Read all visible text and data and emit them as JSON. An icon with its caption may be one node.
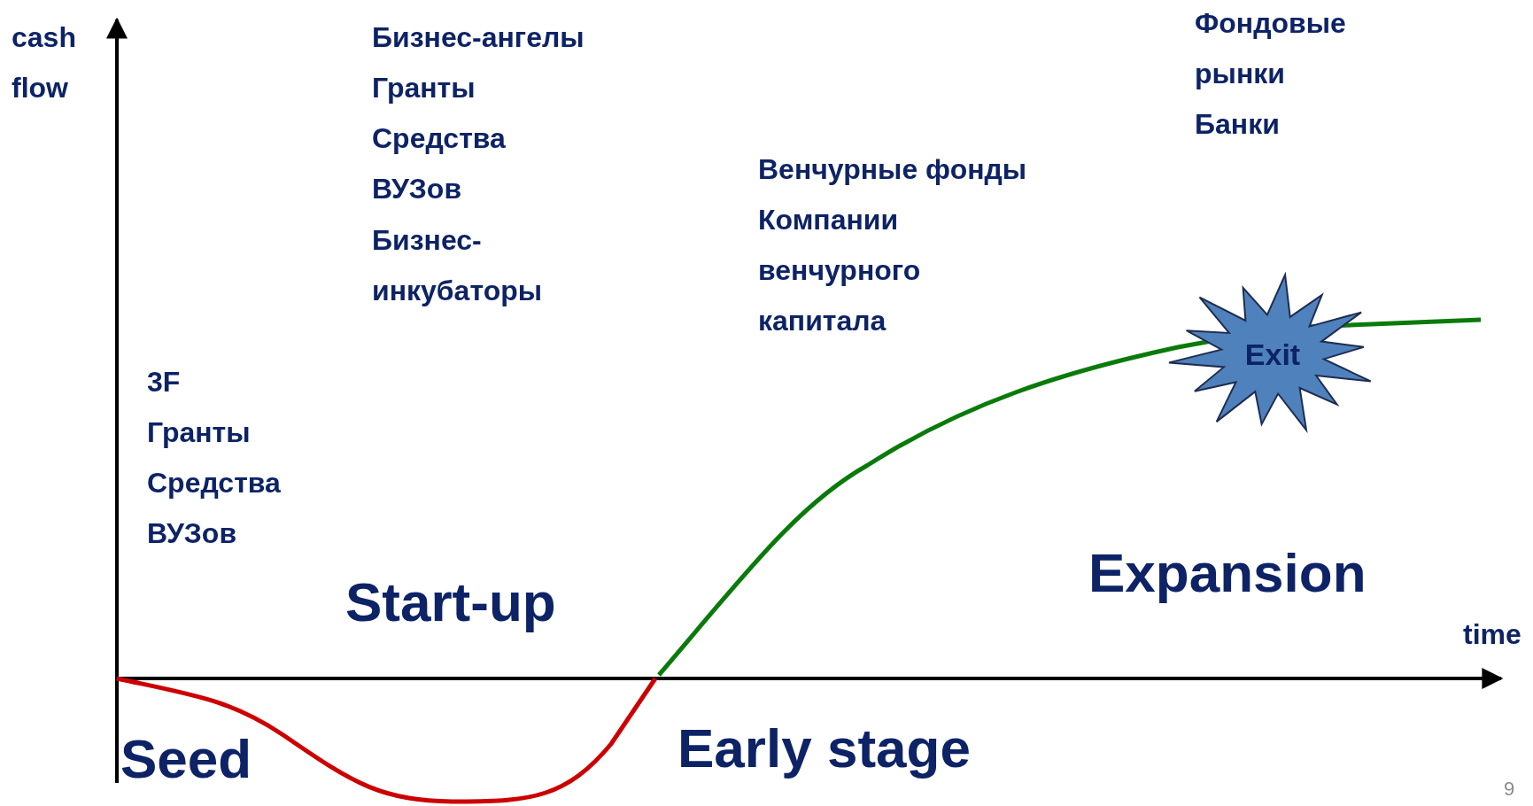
{
  "diagram": {
    "nodes": [
      {
        "text": [
          "Exit"
        ]
      }
    ],
    "labels": [
      "cash flow",
      "Бизнес-ангелы",
      "Гранты",
      "Средства ВУЗов",
      "Бизнес- инкубаторы",
      "Фондовые рынки",
      "Банки",
      "Венчурные фонды",
      "Компании венчурного капитала",
      "3F",
      "Гранты",
      "Средства ВУЗов",
      "Start-up",
      "Expansion",
      "time",
      "Early stage",
      "Seed",
      "9"
    ]
  }
}
